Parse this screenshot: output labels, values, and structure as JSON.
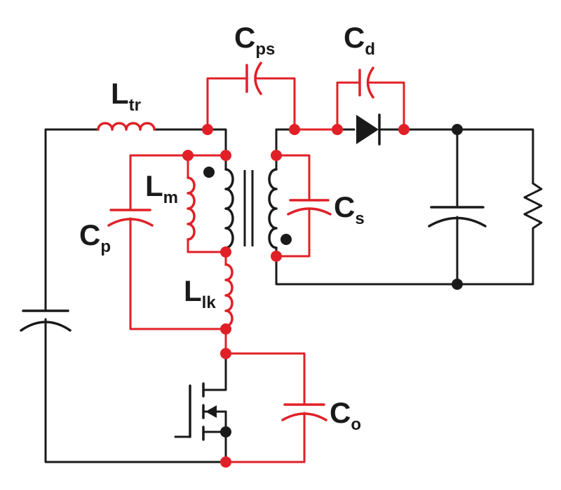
{
  "colors": {
    "circuit": "#1a1a1a",
    "parasitic": "#e02027",
    "background": "#ffffff"
  },
  "labels": {
    "Ltr": {
      "main": "L",
      "sub": "tr"
    },
    "Cps": {
      "main": "C",
      "sub": "ps"
    },
    "Cd": {
      "main": "C",
      "sub": "d"
    },
    "Lm": {
      "main": "L",
      "sub": "m"
    },
    "Cp": {
      "main": "C",
      "sub": "p"
    },
    "Cs": {
      "main": "C",
      "sub": "s"
    },
    "Llk": {
      "main": "L",
      "sub": "lk"
    },
    "Co": {
      "main": "C",
      "sub": "o"
    }
  },
  "components": [
    "input-capacitor",
    "transformer-inductor",
    "magnetizing-inductor",
    "leakage-inductor",
    "transformer",
    "diode",
    "output-capacitor",
    "load-resistor",
    "mosfet",
    "primary-secondary-capacitance",
    "diode-capacitance",
    "primary-capacitance",
    "secondary-capacitance",
    "output-capacitance"
  ]
}
